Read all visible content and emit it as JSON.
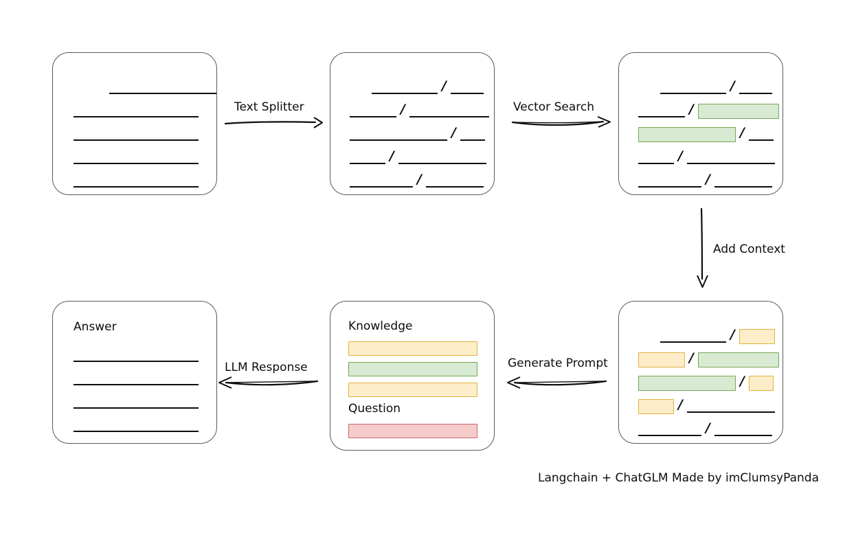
{
  "diagram": {
    "title": "Langchain + ChatGLM retrieval augmented generation flow",
    "caption": "Langchain + ChatGLM Made by imClumsyPanda",
    "colors": {
      "green_fill": "#d9ead3",
      "green_border": "#73a850",
      "yellow_fill": "#fdeec9",
      "yellow_border": "#e0b13c",
      "red_fill": "#f4cccc",
      "red_border": "#cc6666",
      "card_border": "#59595c",
      "line": "#0d0d0d"
    }
  },
  "arrows": [
    {
      "id": "text-splitter",
      "label": "Text Splitter",
      "direction": "right"
    },
    {
      "id": "vector-search",
      "label": "Vector Search",
      "direction": "right"
    },
    {
      "id": "add-context",
      "label": "Add Context",
      "direction": "down"
    },
    {
      "id": "generate-prompt",
      "label": "Generate Prompt",
      "direction": "left"
    },
    {
      "id": "llm-response",
      "label": "LLM Response",
      "direction": "left"
    }
  ],
  "cards": {
    "source_document": {
      "name": "source-document",
      "heading": null,
      "rows": [
        {
          "segments": [
            {
              "type": "indent",
              "width": 52
            },
            {
              "type": "line",
              "width": 158
            }
          ]
        },
        {
          "segments": [
            {
              "type": "line",
              "width": 182
            }
          ]
        },
        {
          "segments": [
            {
              "type": "line",
              "width": 182
            }
          ]
        },
        {
          "segments": [
            {
              "type": "line",
              "width": 182
            }
          ]
        },
        {
          "segments": [
            {
              "type": "line",
              "width": 182
            }
          ]
        }
      ]
    },
    "split_chunks": {
      "name": "split-document-chunks",
      "heading": null,
      "rows": [
        {
          "segments": [
            {
              "type": "indent",
              "width": 32
            },
            {
              "type": "line",
              "width": 96
            },
            {
              "type": "slash"
            },
            {
              "type": "line",
              "width": 48
            }
          ]
        },
        {
          "segments": [
            {
              "type": "line",
              "width": 68
            },
            {
              "type": "slash"
            },
            {
              "type": "line",
              "width": 116
            }
          ]
        },
        {
          "segments": [
            {
              "type": "line",
              "width": 142
            },
            {
              "type": "slash"
            },
            {
              "type": "line",
              "width": 36
            }
          ]
        },
        {
          "segments": [
            {
              "type": "line",
              "width": 52
            },
            {
              "type": "slash"
            },
            {
              "type": "line",
              "width": 128
            }
          ]
        },
        {
          "segments": [
            {
              "type": "line",
              "width": 92
            },
            {
              "type": "slash"
            },
            {
              "type": "line",
              "width": 84
            }
          ]
        }
      ]
    },
    "matched_chunks": {
      "name": "vector-search-results",
      "heading": null,
      "rows": [
        {
          "segments": [
            {
              "type": "indent",
              "width": 32
            },
            {
              "type": "line",
              "width": 96
            },
            {
              "type": "slash"
            },
            {
              "type": "line",
              "width": 48
            }
          ]
        },
        {
          "segments": [
            {
              "type": "line",
              "width": 68
            },
            {
              "type": "slash"
            },
            {
              "type": "chip",
              "color": "green",
              "width": 118
            }
          ]
        },
        {
          "segments": [
            {
              "type": "chip",
              "color": "green",
              "width": 142
            },
            {
              "type": "slash"
            },
            {
              "type": "line",
              "width": 36
            }
          ]
        },
        {
          "segments": [
            {
              "type": "line",
              "width": 52
            },
            {
              "type": "slash"
            },
            {
              "type": "line",
              "width": 128
            }
          ]
        },
        {
          "segments": [
            {
              "type": "line",
              "width": 92
            },
            {
              "type": "slash"
            },
            {
              "type": "line",
              "width": 84
            }
          ]
        }
      ]
    },
    "context_chunks": {
      "name": "context-added-chunks",
      "heading": null,
      "rows": [
        {
          "segments": [
            {
              "type": "indent",
              "width": 32
            },
            {
              "type": "line",
              "width": 96
            },
            {
              "type": "slash"
            },
            {
              "type": "chip",
              "color": "yellow",
              "width": 52
            }
          ]
        },
        {
          "segments": [
            {
              "type": "chip",
              "color": "yellow",
              "width": 68
            },
            {
              "type": "slash"
            },
            {
              "type": "chip",
              "color": "green",
              "width": 118
            }
          ]
        },
        {
          "segments": [
            {
              "type": "chip",
              "color": "green",
              "width": 142
            },
            {
              "type": "slash"
            },
            {
              "type": "chip",
              "color": "yellow",
              "width": 36
            }
          ]
        },
        {
          "segments": [
            {
              "type": "chip",
              "color": "yellow",
              "width": 52
            },
            {
              "type": "slash"
            },
            {
              "type": "line",
              "width": 128
            }
          ]
        },
        {
          "segments": [
            {
              "type": "line",
              "width": 92
            },
            {
              "type": "slash"
            },
            {
              "type": "line",
              "width": 84
            }
          ]
        }
      ]
    },
    "prompt": {
      "name": "generated-prompt",
      "knowledge_heading": "Knowledge",
      "question_heading": "Question",
      "knowledge_bars": [
        {
          "color": "yellow"
        },
        {
          "color": "green"
        },
        {
          "color": "yellow"
        }
      ],
      "question_bars": [
        {
          "color": "red"
        }
      ]
    },
    "answer": {
      "name": "llm-answer",
      "heading": "Answer",
      "rows": [
        {
          "segments": [
            {
              "type": "line",
              "width": 182
            }
          ]
        },
        {
          "segments": [
            {
              "type": "line",
              "width": 182
            }
          ]
        },
        {
          "segments": [
            {
              "type": "line",
              "width": 182
            }
          ]
        },
        {
          "segments": [
            {
              "type": "line",
              "width": 182
            }
          ]
        }
      ]
    }
  }
}
